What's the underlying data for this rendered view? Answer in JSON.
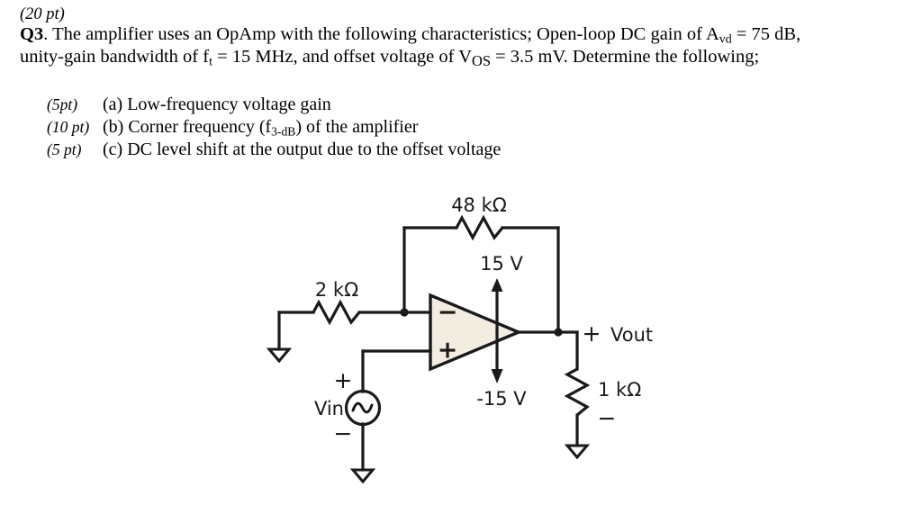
{
  "problem": {
    "points_tag": "(20 pt)",
    "label": "Q3",
    "line1_a": ".  The amplifier uses an OpAmp with the following characteristics; Open-loop DC gain of A",
    "line1_sub": "vd",
    "line1_b": " = 75 dB,",
    "line2_a": "unity-gain bandwidth of f",
    "line2_sub": "t",
    "line2_b": " = 15 MHz, and offset voltage of V",
    "line2_sub2": "OS",
    "line2_c": " = 3.5 mV.  Determine the following;",
    "subquestions": [
      {
        "points": "(5pt)",
        "marker": "(a)",
        "text_a": " Low-frequency voltage gain",
        "sub": "",
        "text_b": ""
      },
      {
        "points": "(10 pt)",
        "marker": "(b)",
        "text_a": " Corner frequency (f",
        "sub": "3-dB",
        "text_b": ") of the amplifier"
      },
      {
        "points": "(5 pt)",
        "marker": "(c)",
        "text_a": " DC level shift at the output due to the offset voltage",
        "sub": "",
        "text_b": ""
      }
    ]
  },
  "circuit": {
    "feedback_resistor_label": "48 kΩ",
    "input_resistor_label": "2 kΩ",
    "load_resistor_label": "1 kΩ",
    "positive_supply_label": "15 V",
    "negative_supply_label": "-15 V",
    "output_label": "Vout",
    "output_plus_sign": "+",
    "output_minus_sign": "−",
    "source_label": "Vin",
    "source_plus_sign": "+",
    "source_minus_sign": "−",
    "opamp_inverting_sign": "−",
    "opamp_noninverting_sign": "+",
    "opamp_fill_color": "#f2ede0",
    "wire_color": "#1a1a1a"
  }
}
